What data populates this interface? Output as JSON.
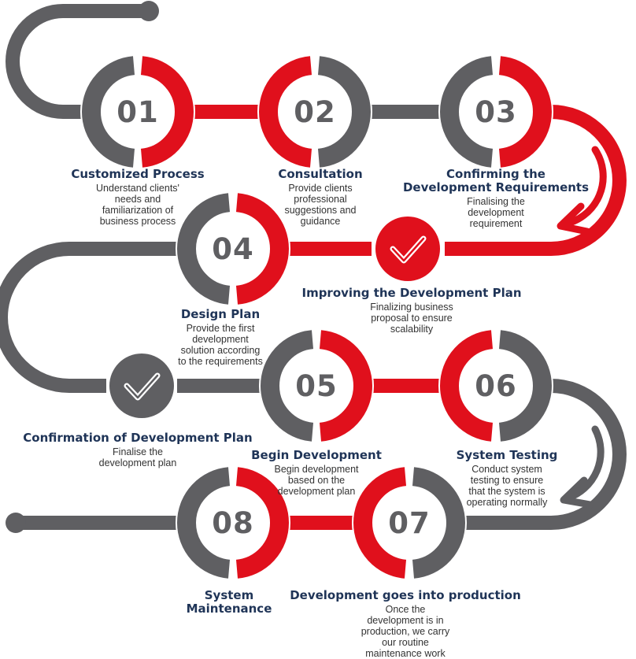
{
  "colors": {
    "gray": "#5f5f62",
    "red": "#e0101c",
    "title": "#1f3457",
    "text": "#333333"
  },
  "steps": [
    {
      "num": "01",
      "title": [
        "Customized Process"
      ],
      "desc": [
        "Understand clients'",
        "needs and",
        "familiarization of",
        "business process"
      ]
    },
    {
      "num": "02",
      "title": [
        "Consultation"
      ],
      "desc": [
        "Provide clients",
        "professional",
        "suggestions and",
        "guidance"
      ]
    },
    {
      "num": "03",
      "title": [
        "Confirming the",
        "Development Requirements"
      ],
      "desc": [
        "Finalising the",
        "development",
        "requirement"
      ]
    },
    {
      "num": "04",
      "title": [
        "Design Plan"
      ],
      "desc": [
        "Provide the first",
        "development",
        "solution according",
        "to the requirements"
      ]
    },
    {
      "num": "05",
      "title": [
        "Begin Development"
      ],
      "desc": [
        "Begin development",
        "based on the",
        "development plan"
      ]
    },
    {
      "num": "06",
      "title": [
        "System Testing"
      ],
      "desc": [
        "Conduct system",
        "testing to ensure",
        "that the system is",
        "operating normally"
      ]
    },
    {
      "num": "07",
      "title": [
        "Development goes into production"
      ],
      "desc": [
        "Once the",
        "development is in",
        "production, we carry",
        "our routine",
        "maintenance work"
      ]
    },
    {
      "num": "08",
      "title": [
        "System",
        "Maintenance"
      ],
      "desc": []
    }
  ],
  "checkpoints": [
    {
      "title": [
        "Improving the Development Plan"
      ],
      "desc": [
        "Finalizing business",
        "proposal to ensure",
        "scalability"
      ]
    },
    {
      "title": [
        "Confirmation of Development Plan"
      ],
      "desc": [
        "Finalise the",
        "development plan"
      ]
    }
  ]
}
